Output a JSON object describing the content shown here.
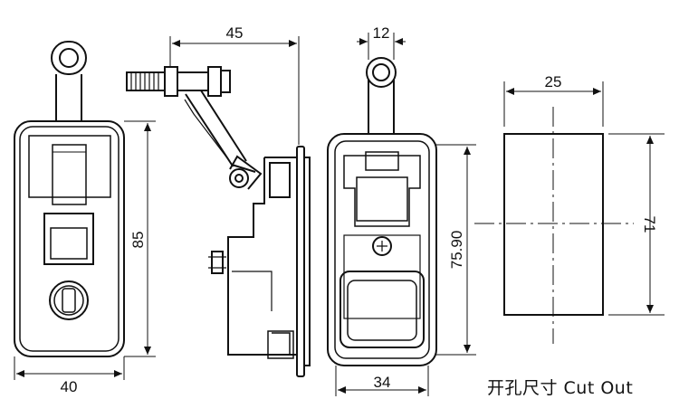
{
  "dimensions": {
    "front_height": "85",
    "front_width": "40",
    "side_width": "45",
    "back_handle_width": "12",
    "back_height": "75.90",
    "back_width": "34",
    "cutout_width": "25",
    "cutout_height": "71"
  },
  "caption": "开孔尺寸 Cut Out",
  "colors": {
    "line": "#111111",
    "background": "#ffffff"
  }
}
